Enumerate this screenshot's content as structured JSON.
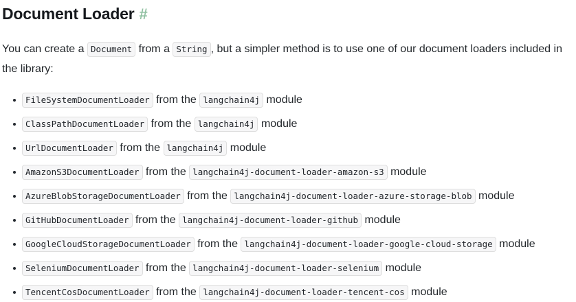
{
  "heading": {
    "title": "Document Loader",
    "anchor": "#",
    "anchor_color": "#8fc0a1"
  },
  "intro": {
    "part1": "You can create a ",
    "code1": "Document",
    "part2": " from a ",
    "code2": "String",
    "part3": ", but a simpler method is to use one of our document loaders included in the library:"
  },
  "list": {
    "from_the": "from the",
    "module": "module",
    "items": [
      {
        "loader": "FileSystemDocumentLoader",
        "module_name": "langchain4j"
      },
      {
        "loader": "ClassPathDocumentLoader",
        "module_name": "langchain4j"
      },
      {
        "loader": "UrlDocumentLoader",
        "module_name": "langchain4j"
      },
      {
        "loader": "AmazonS3DocumentLoader",
        "module_name": "langchain4j-document-loader-amazon-s3"
      },
      {
        "loader": "AzureBlobStorageDocumentLoader",
        "module_name": "langchain4j-document-loader-azure-storage-blob"
      },
      {
        "loader": "GitHubDocumentLoader",
        "module_name": "langchain4j-document-loader-github"
      },
      {
        "loader": "GoogleCloudStorageDocumentLoader",
        "module_name": "langchain4j-document-loader-google-cloud-storage"
      },
      {
        "loader": "SeleniumDocumentLoader",
        "module_name": "langchain4j-document-loader-selenium"
      },
      {
        "loader": "TencentCosDocumentLoader",
        "module_name": "langchain4j-document-loader-tencent-cos"
      }
    ]
  }
}
